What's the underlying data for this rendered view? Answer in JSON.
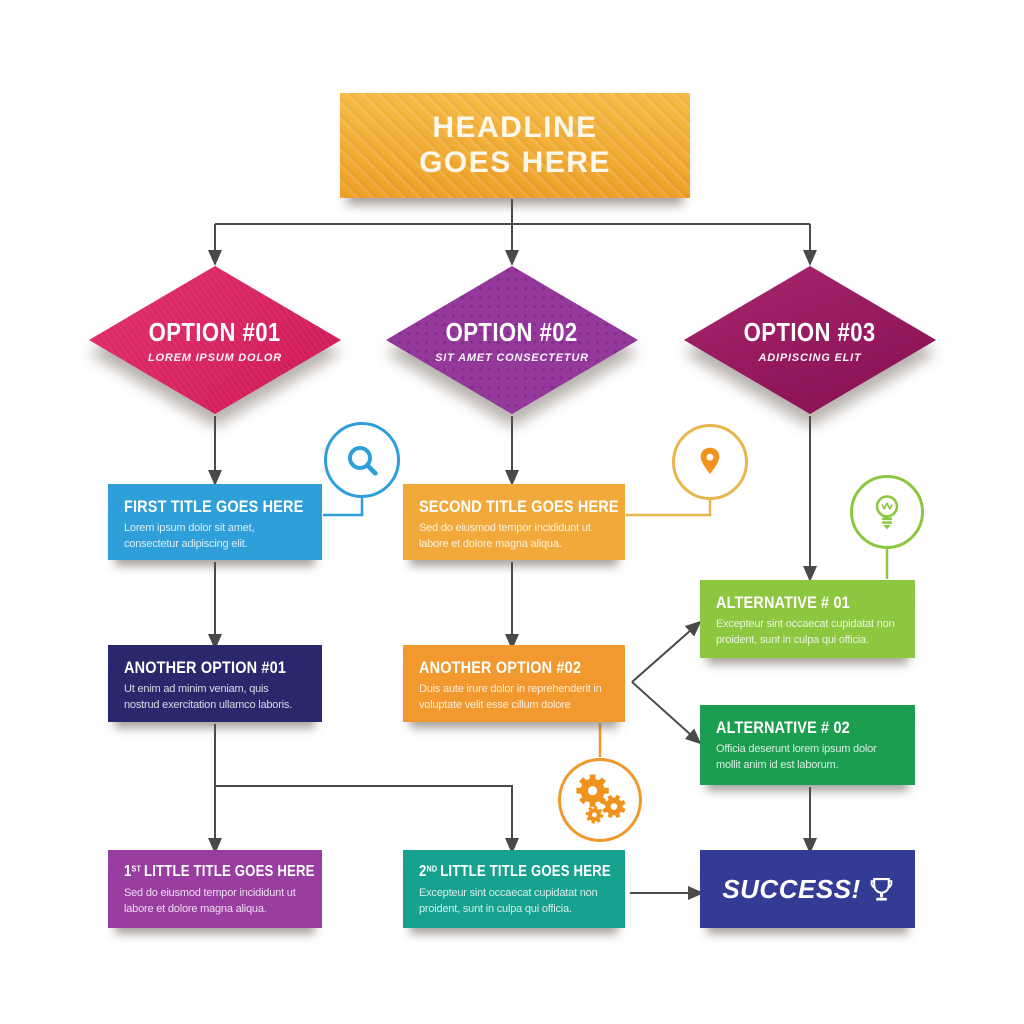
{
  "headline": {
    "line1": "HEADLINE",
    "line2": "GOES HERE",
    "color": "#eea027"
  },
  "options": [
    {
      "title": "OPTION #01",
      "subtitle": "LOREM IPSUM DOLOR",
      "color": "#df1a5e"
    },
    {
      "title": "OPTION #02",
      "subtitle": "SIT AMET CONSECTETUR",
      "color": "#94389c"
    },
    {
      "title": "OPTION #03",
      "subtitle": "ADIPISCING ELIT",
      "color": "#9d0f5e"
    }
  ],
  "boxes": {
    "first_title": {
      "title": "FIRST TITLE GOES HERE",
      "body": "Lorem ipsum dolor sit amet, consectetur adipiscing elit.",
      "color": "#2e9fd8"
    },
    "second_title": {
      "title": "SECOND TITLE GOES HERE",
      "body": "Sed do eiusmod tempor incididunt ut labore et dolore magna aliqua.",
      "color": "#f2a93b"
    },
    "alternative_01": {
      "title": "ALTERNATIVE # 01",
      "body": "Excepteur sint occaecat cupidatat non proident, sunt in culpa qui officia.",
      "color": "#8dc63f"
    },
    "another_option_01": {
      "title": "ANOTHER OPTION #01",
      "body": "Ut enim ad minim veniam, quis nostrud exercitation ullamco laboris.",
      "color": "#2a286c"
    },
    "another_option_02": {
      "title": "ANOTHER OPTION #02",
      "body": "Duis aute irure dolor in reprehenderit in voluptate velit esse cillum dolore",
      "color": "#f1982e"
    },
    "alternative_02": {
      "title": "ALTERNATIVE # 02",
      "body": "Officia deserunt lorem ipsum dolor mollit anim id est laborum.",
      "color": "#1b9e50"
    },
    "little_title_1": {
      "num": "1",
      "ordinal": "ST",
      "rest": "LITTLE TITLE GOES HERE",
      "body": "Sed do eiusmod tempor incididunt ut labore et dolore magna aliqua.",
      "color": "#9a3da1"
    },
    "little_title_2": {
      "num": "2",
      "ordinal": "ND",
      "rest": "LITTLE TITLE GOES HERE",
      "body": "Excepteur sint occaecat cupidatat non proident, sunt in culpa qui officia.",
      "color": "#17a18f"
    },
    "success": {
      "title": "SUCCESS!",
      "color": "#333b94"
    }
  },
  "icons": [
    "search-icon",
    "map-pin-icon",
    "lightbulb-icon",
    "gears-icon",
    "trophy-icon"
  ],
  "icon_colors": {
    "search": "#2e9fd8",
    "pin_ring": "#e9b54d",
    "pin_glyph": "#f0941f",
    "bulb": "#8dc63f",
    "gears": "#f0931d"
  },
  "connector_color": "#4a4a4a"
}
